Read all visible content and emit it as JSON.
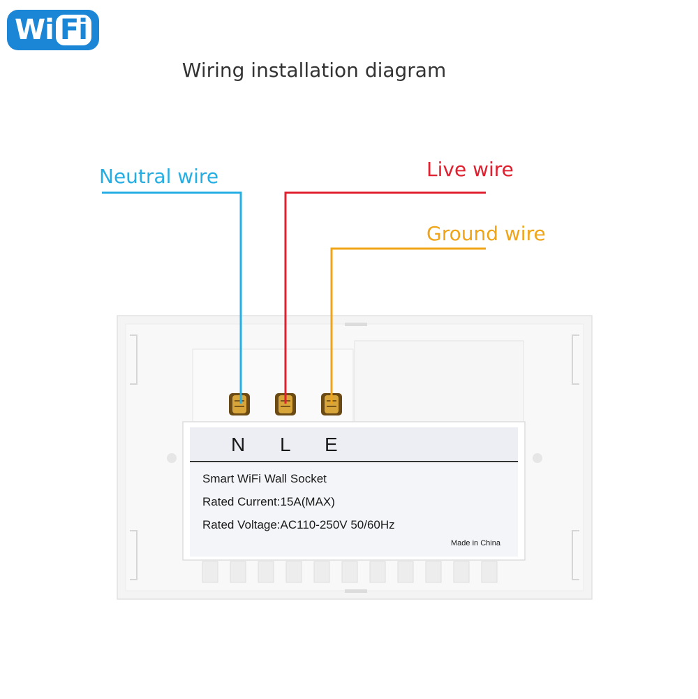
{
  "badge": {
    "wi": "Wi",
    "fi": "Fi"
  },
  "title": "Wiring installation diagram",
  "wires": {
    "neutral": {
      "label": "Neutral wire",
      "color": "#25aee3"
    },
    "live": {
      "label": "Live wire",
      "color": "#e0202f"
    },
    "ground": {
      "label": "Ground wire",
      "color": "#f0a417"
    }
  },
  "terminals": {
    "n": "N",
    "l": "L",
    "e": "E"
  },
  "plate": {
    "product": "Smart WiFi Wall Socket",
    "current": "Rated Current:15A(MAX)",
    "voltage": "Rated Voltage:AC110-250V 50/60Hz",
    "origin": "Made in China"
  },
  "colors": {
    "badge": "#1b86d6",
    "title": "#333333"
  }
}
